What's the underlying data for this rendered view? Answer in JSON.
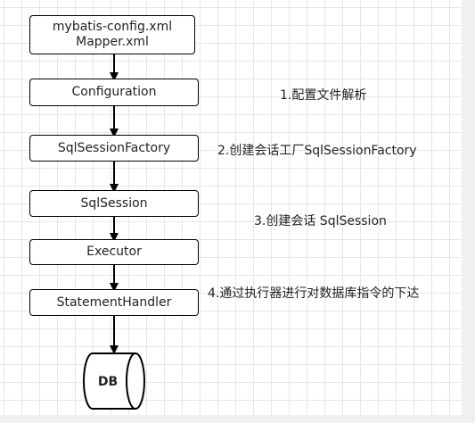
{
  "nodes": {
    "config_file": {
      "line1": "mybatis-config.xml",
      "line2": "Mapper.xml"
    },
    "configuration": "Configuration",
    "factory": "SqlSessionFactory",
    "session": "SqlSession",
    "executor": "Executor",
    "statement_handler": "StatementHandler",
    "db": "DB"
  },
  "annotations": {
    "step1": "1.配置文件解析",
    "step2": "2.创建会话工厂SqlSessionFactory",
    "step3": "3.创建会话 SqlSession",
    "step4": "4.通过执行器进行对数据库指令的下达"
  },
  "colors": {
    "line": "#000000",
    "box_fill": "#ffffff",
    "grid": "#e6e6e6"
  }
}
